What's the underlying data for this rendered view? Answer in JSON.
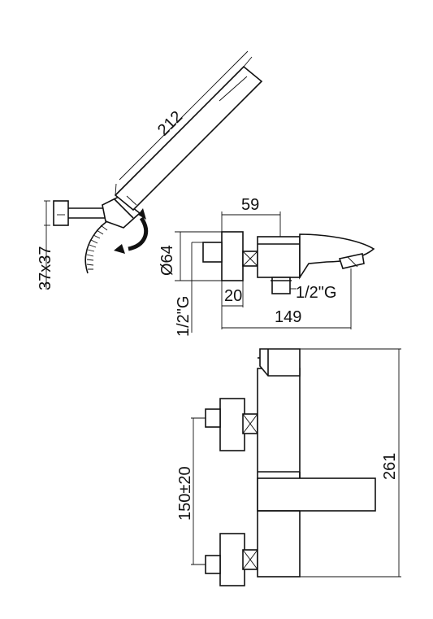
{
  "dimensions": {
    "handshower_length": "212",
    "wall_bracket_size": "37x37",
    "escutcheon_dia": "Ø64",
    "inlet_thread_left": "1/2\"G",
    "spacing_59": "59",
    "spacing_20": "20",
    "outlet_thread": "1/2\"G",
    "projection_149": "149",
    "centers": "150±20",
    "height_261": "261"
  },
  "colors": {
    "line": "#111111",
    "background": "#ffffff"
  }
}
